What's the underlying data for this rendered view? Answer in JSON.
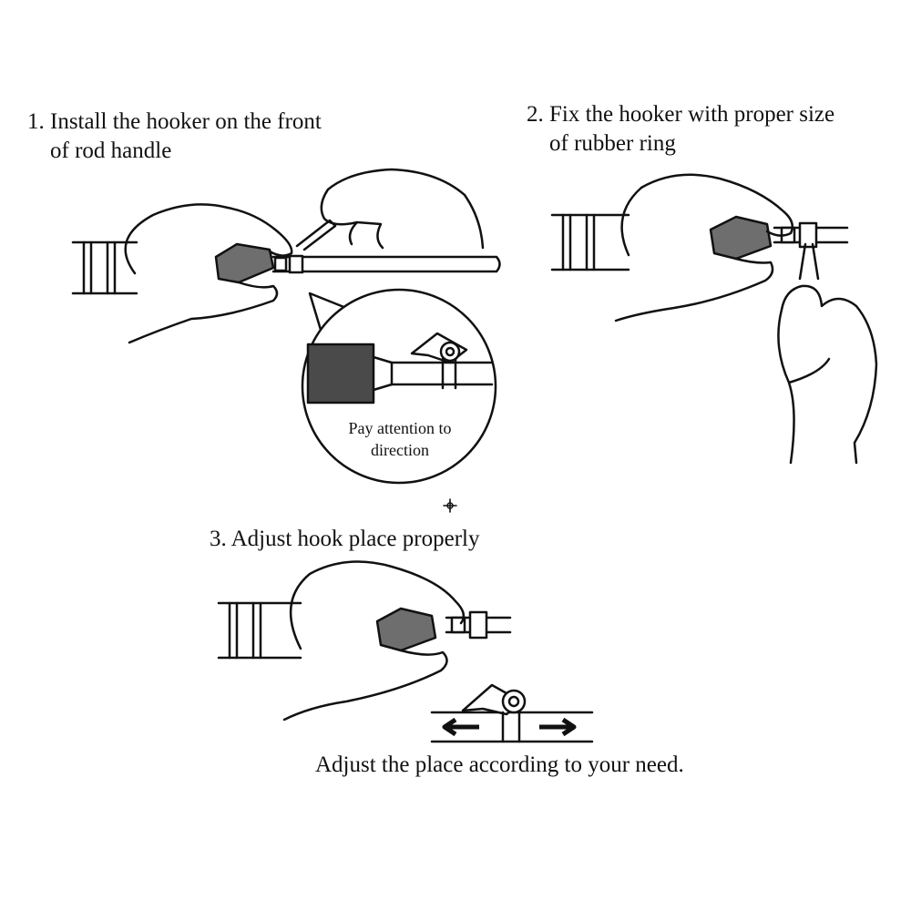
{
  "steps": [
    {
      "line1": "1. Install the hooker on the front",
      "line2": "of rod handle"
    },
    {
      "line1": "2. Fix the hooker with proper size",
      "line2": "of rubber ring"
    },
    {
      "line1": "3. Adjust hook place properly"
    }
  ],
  "callout": {
    "line1": "Pay attention to",
    "line2": "direction"
  },
  "caption": "Adjust the place according to your need.",
  "colors": {
    "ink": "#111111",
    "grip": "#6e6e6e",
    "callout_grip": "#4a4a4a"
  }
}
